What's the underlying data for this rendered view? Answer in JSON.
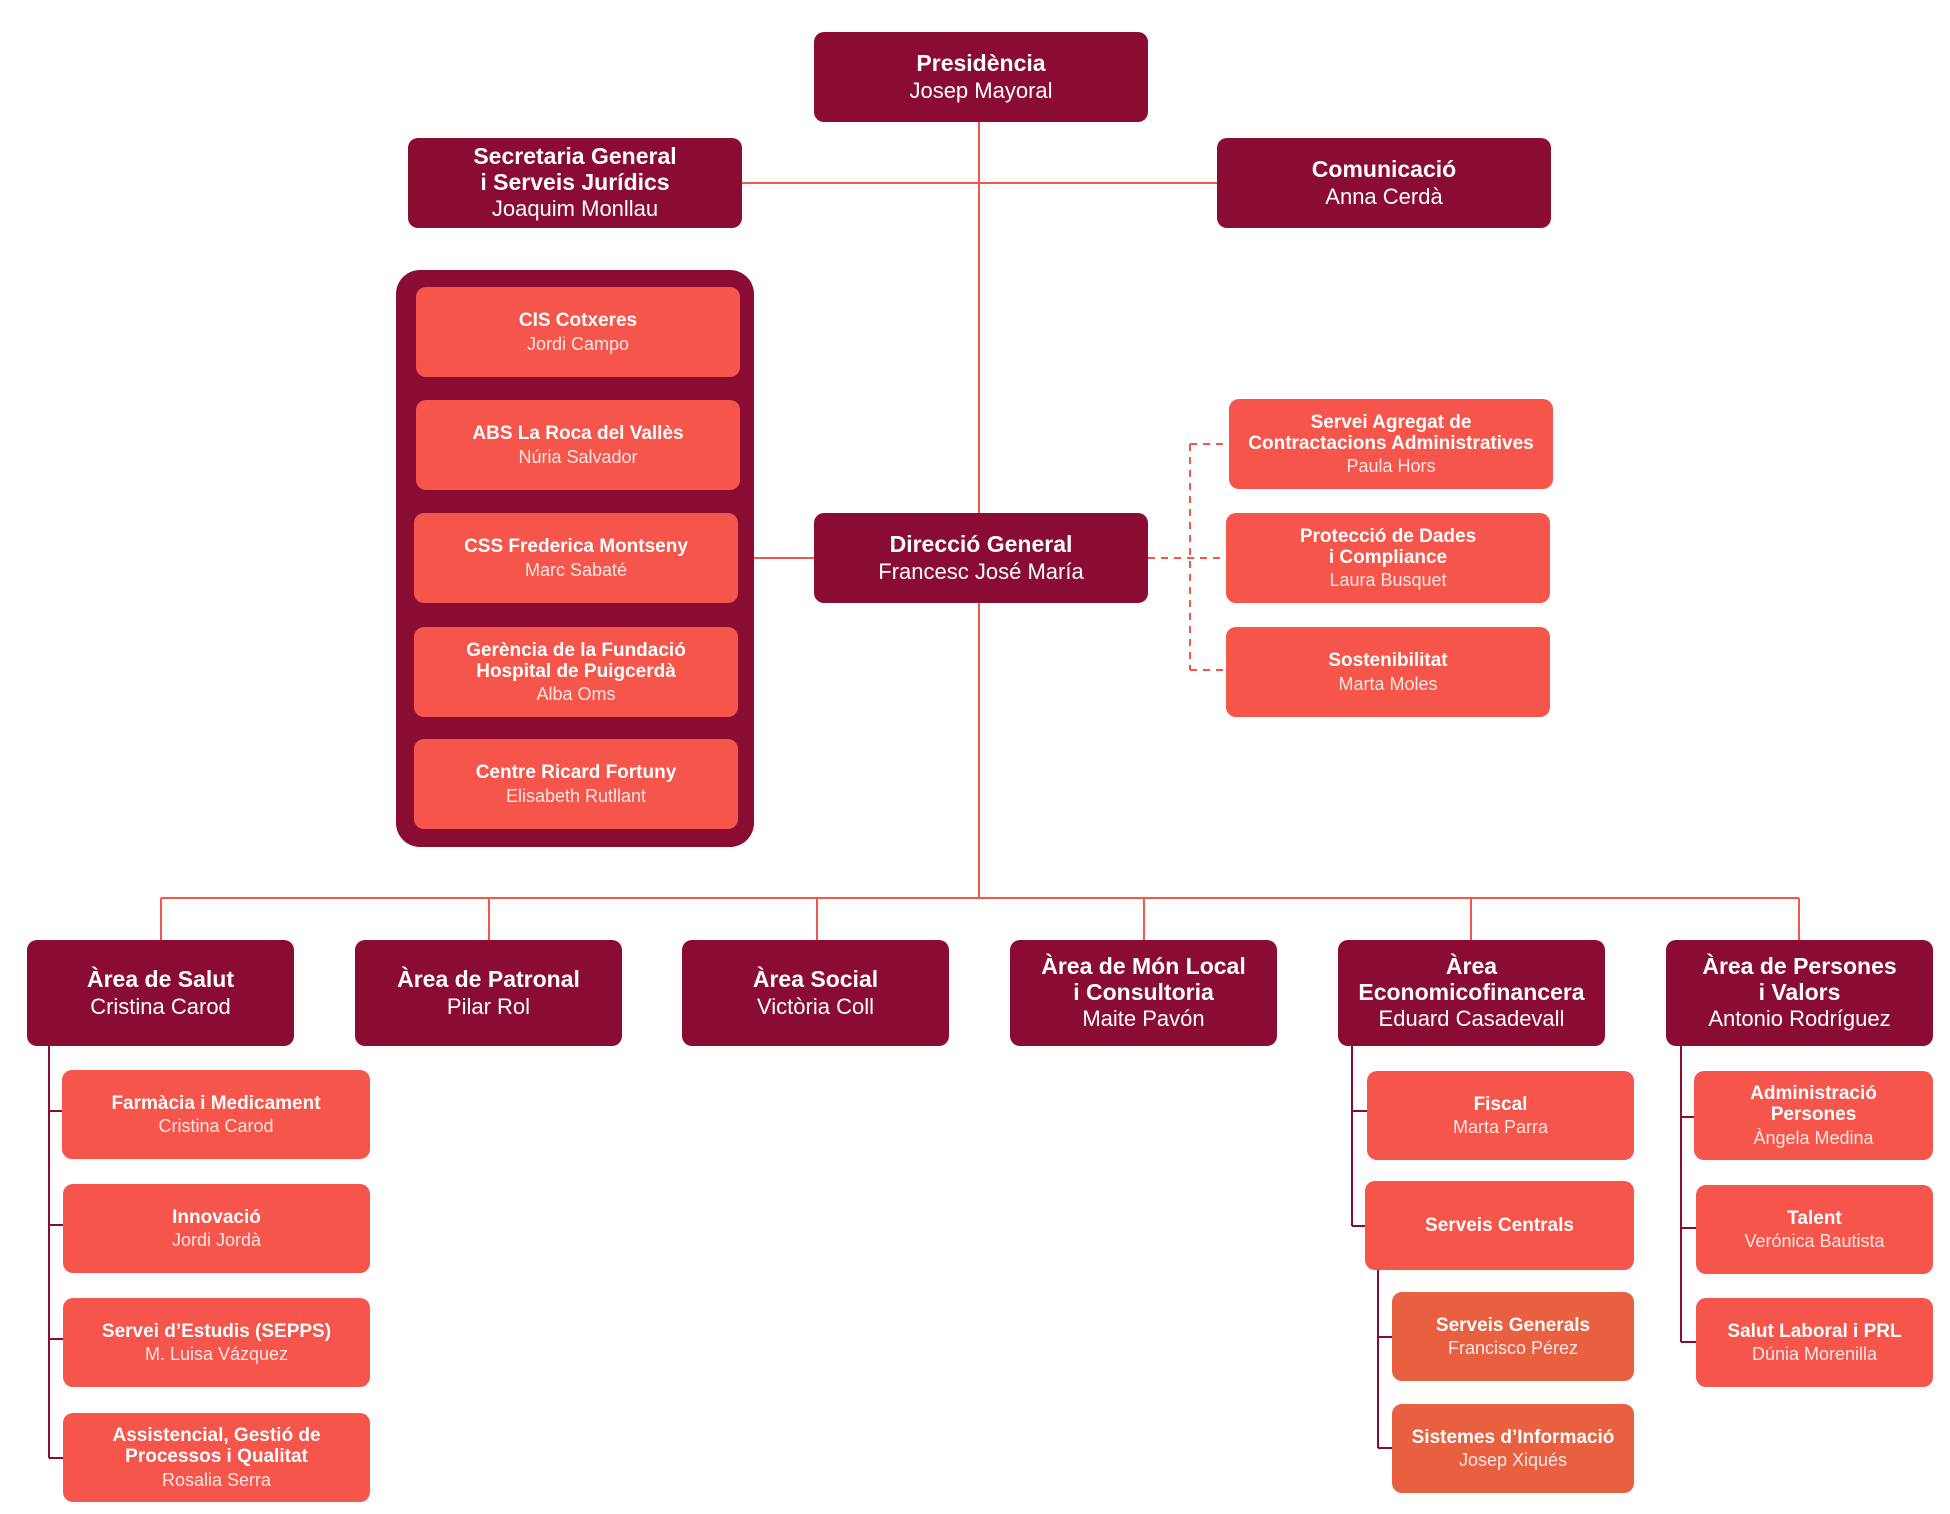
{
  "colors": {
    "dark": "#8a0c33",
    "red": "#f5554a",
    "orange": "#e86040",
    "connector": "#f5554a",
    "sub_connector": "#8a0c33"
  },
  "presidencia": {
    "title": "Presidència",
    "person": "Josep Mayoral"
  },
  "secretaria": {
    "title": "Secretaria General\ni Serveis Jurídics",
    "person": "Joaquim Monllau"
  },
  "comunicacio": {
    "title": "Comunicació",
    "person": "Anna Cerdà"
  },
  "direccio": {
    "title": "Direcció General",
    "person": "Francesc José María"
  },
  "centres": [
    {
      "title": "CIS Cotxeres",
      "person": "Jordi Campo"
    },
    {
      "title": "ABS La Roca del Vallès",
      "person": "Núria Salvador"
    },
    {
      "title": "CSS Frederica Montseny",
      "person": "Marc Sabaté"
    },
    {
      "title": "Gerència de la Fundació\nHospital de Puigcerdà",
      "person": "Alba Oms"
    },
    {
      "title": "Centre Ricard Fortuny",
      "person": "Elisabeth Rutllant"
    }
  ],
  "staff": [
    {
      "title": "Servei Agregat de\nContractacions Administratives",
      "person": "Paula Hors"
    },
    {
      "title": "Protecció de Dades\ni Compliance",
      "person": "Laura Busquet"
    },
    {
      "title": "Sostenibilitat",
      "person": "Marta Moles"
    }
  ],
  "areas": [
    {
      "title": "Àrea de Salut",
      "person": "Cristina Carod"
    },
    {
      "title": "Àrea de Patronal",
      "person": "Pilar Rol"
    },
    {
      "title": "Àrea Social",
      "person": "Victòria Coll"
    },
    {
      "title": "Àrea de Món Local\ni Consultoria",
      "person": "Maite Pavón"
    },
    {
      "title": "Àrea\nEconomicofinancera",
      "person": "Eduard Casadevall"
    },
    {
      "title": "Àrea de Persones\ni Valors",
      "person": "Antonio Rodríguez"
    }
  ],
  "salut_units": [
    {
      "title": "Farmàcia i Medicament",
      "person": "Cristina Carod"
    },
    {
      "title": "Innovació",
      "person": "Jordi Jordà"
    },
    {
      "title": "Servei d’Estudis (SEPPS)",
      "person": "M. Luisa Vázquez"
    },
    {
      "title": "Assistencial, Gestió de\nProcessos i Qualitat",
      "person": "Rosalia Serra"
    }
  ],
  "eco_units": [
    {
      "title": "Fiscal",
      "person": "Marta Parra"
    },
    {
      "title": "Serveis Centrals"
    }
  ],
  "centrals_units": [
    {
      "title": "Serveis Generals",
      "person": "Francisco Pérez"
    },
    {
      "title": "Sistemes d’Informació",
      "person": "Josep Xiqués"
    }
  ],
  "persones_units": [
    {
      "title": "Administració\nPersones",
      "person": "Àngela Medina"
    },
    {
      "title": "Talent",
      "person": "Verónica Bautista"
    },
    {
      "title": "Salut Laboral i PRL",
      "person": "Dúnia Morenilla"
    }
  ]
}
